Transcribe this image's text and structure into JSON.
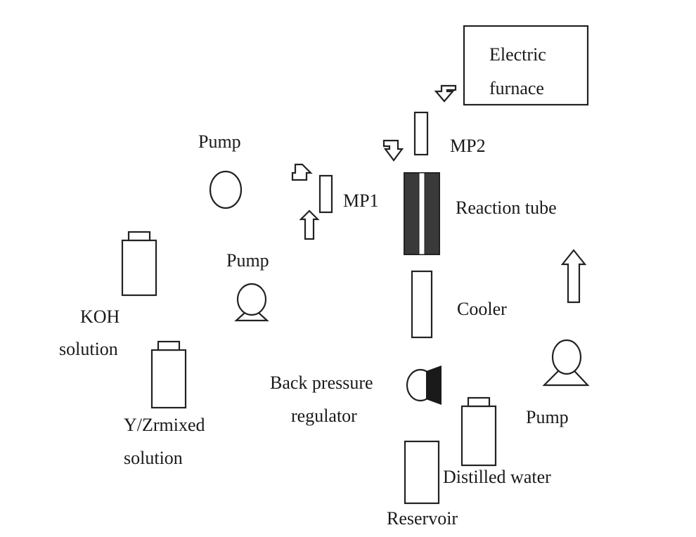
{
  "labels": {
    "electric_furnace_1": "Electric",
    "electric_furnace_2": "furnace",
    "mp2": "MP2",
    "mp1": "MP1",
    "pump_top": "Pump",
    "pump_middle": "Pump",
    "pump_right": "Pump",
    "reaction_tube": "Reaction tube",
    "cooler": "Cooler",
    "koh_1": "KOH",
    "koh_2": "solution",
    "yzr_1": "Y/Zrmixed",
    "yzr_2": "solution",
    "bpr_1": "Back pressure",
    "bpr_2": "regulator",
    "distilled_water": "Distilled water",
    "reservoir": "Reservoir"
  }
}
